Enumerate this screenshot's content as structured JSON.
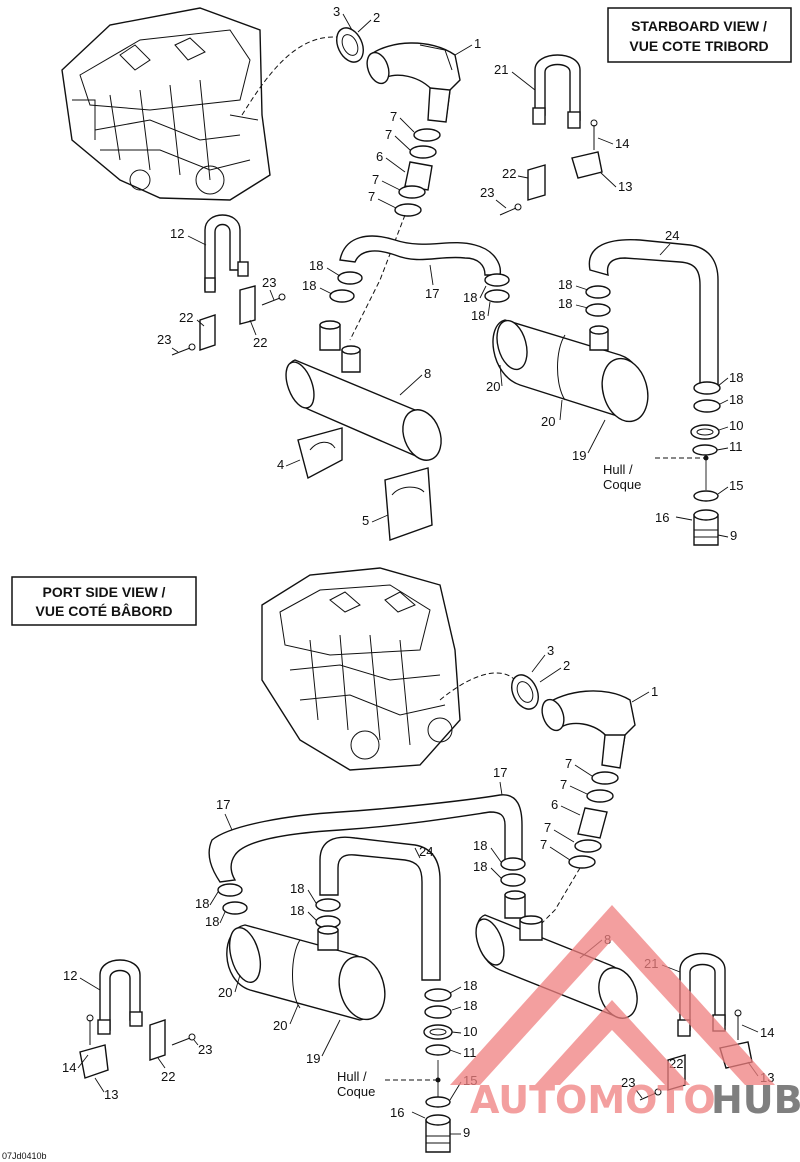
{
  "views": {
    "starboard": {
      "line1": "STARBOARD VIEW /",
      "line2": "VUE COTE TRIBORD"
    },
    "port": {
      "line1": "PORT SIDE VIEW /",
      "line2": "VUE COTÉ BÂBORD"
    }
  },
  "hull_label": {
    "line1": "Hull /",
    "line2": "Coque"
  },
  "callouts": {
    "c1": "1",
    "c2": "2",
    "c3": "3",
    "c4": "4",
    "c5": "5",
    "c6": "6",
    "c7": "7",
    "c8": "8",
    "c9": "9",
    "c10": "10",
    "c11": "11",
    "c12": "12",
    "c13": "13",
    "c14": "14",
    "c15": "15",
    "c16": "16",
    "c17": "17",
    "c18": "18",
    "c19": "19",
    "c20": "20",
    "c21": "21",
    "c22": "22",
    "c23": "23",
    "c24": "24"
  },
  "diagram_code": "07Jd0410b",
  "watermark": {
    "left": "AUTOMOTO",
    "right": "HUB",
    "accent_color": "#f08080",
    "dark_color": "#555555"
  }
}
